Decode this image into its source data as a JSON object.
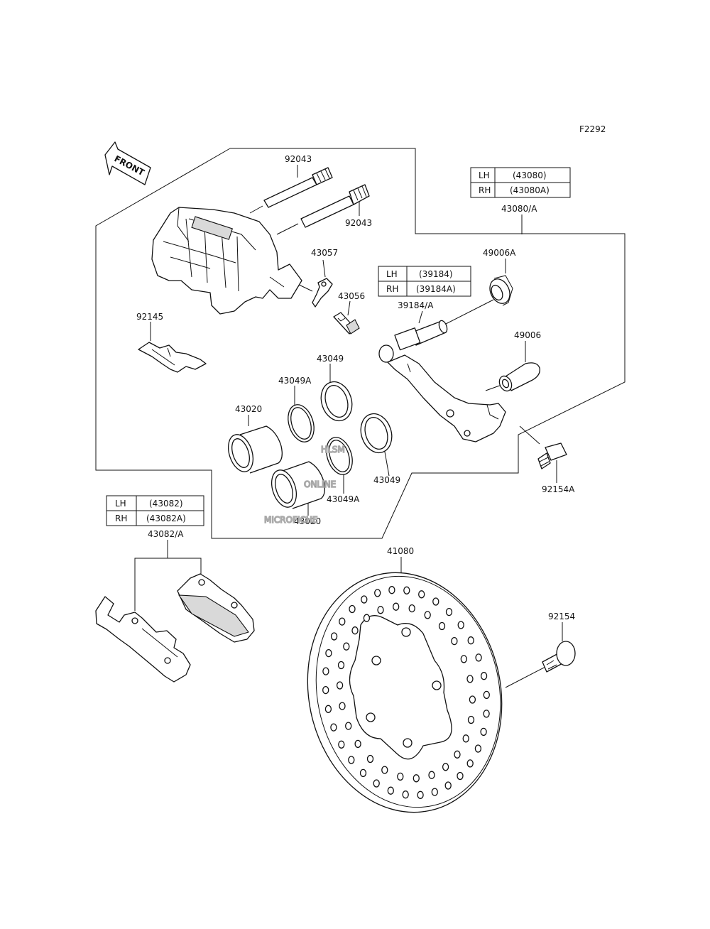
{
  "figure_id": "F2292",
  "front_label": "FRONT",
  "watermark": {
    "line1": "HLSM",
    "line2": "ONLINE",
    "line3": "MICROFICHE"
  },
  "parts": {
    "p92043_top": "92043",
    "p92043_right": "92043",
    "p43057": "43057",
    "p43056": "43056",
    "p92145": "92145",
    "p43049_top": "43049",
    "p43049A_left": "43049A",
    "p43020_left": "43020",
    "p43020_bottom": "43020",
    "p43049A_bottom": "43049A",
    "p43049_right": "43049",
    "p43080A": "43080/A",
    "p49006A": "49006A",
    "p39184A": "39184/A",
    "p49006": "49006",
    "p92154A": "92154A",
    "p43082A": "43082/A",
    "p41080": "41080",
    "p92154": "92154"
  },
  "tables": {
    "t43080": [
      {
        "side": "LH",
        "code": "(43080)"
      },
      {
        "side": "RH",
        "code": "(43080A)"
      }
    ],
    "t39184": [
      {
        "side": "LH",
        "code": "(39184)"
      },
      {
        "side": "RH",
        "code": "(39184A)"
      }
    ],
    "t43082": [
      {
        "side": "LH",
        "code": "(43082)"
      },
      {
        "side": "RH",
        "code": "(43082A)"
      }
    ]
  }
}
